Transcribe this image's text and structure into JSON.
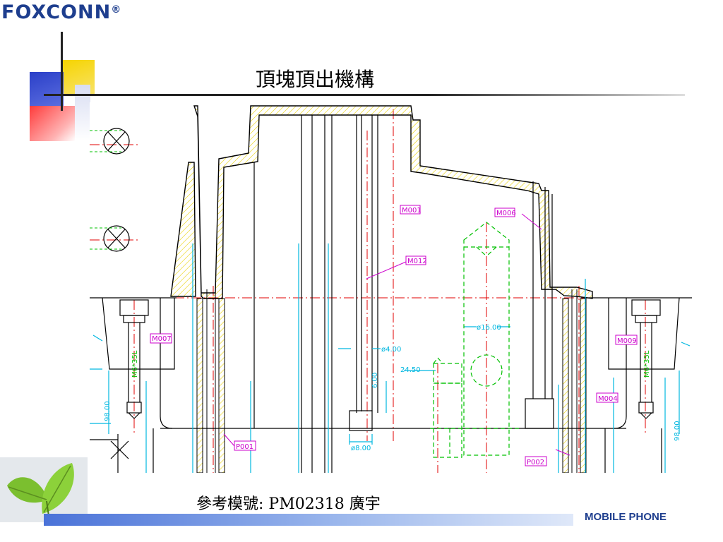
{
  "logo": {
    "name": "FOXCONN",
    "mark": "®"
  },
  "slide": {
    "title": "頂塊頂出機構",
    "footer_text": "參考模號: PM02318    廣宇",
    "brand": "MOBILE PHONE"
  },
  "drawing": {
    "part_labels": [
      "M001",
      "M012",
      "M006",
      "M007",
      "M009",
      "M004",
      "P001",
      "P002"
    ],
    "dimensions": [
      "ø4.00",
      "ø8.00",
      "ø16.00",
      "6.00",
      "24.50",
      "98.00",
      "98.00"
    ],
    "screw_labels": [
      "M6*35L",
      "M6*35L"
    ]
  },
  "colors": {
    "accent_blue": "#1e3e8e",
    "cad_red": "#e00000",
    "cad_cyan": "#00b7e0",
    "cad_green": "#00c000",
    "cad_magenta": "#cc00cc",
    "cad_yellow": "#e8d000"
  }
}
